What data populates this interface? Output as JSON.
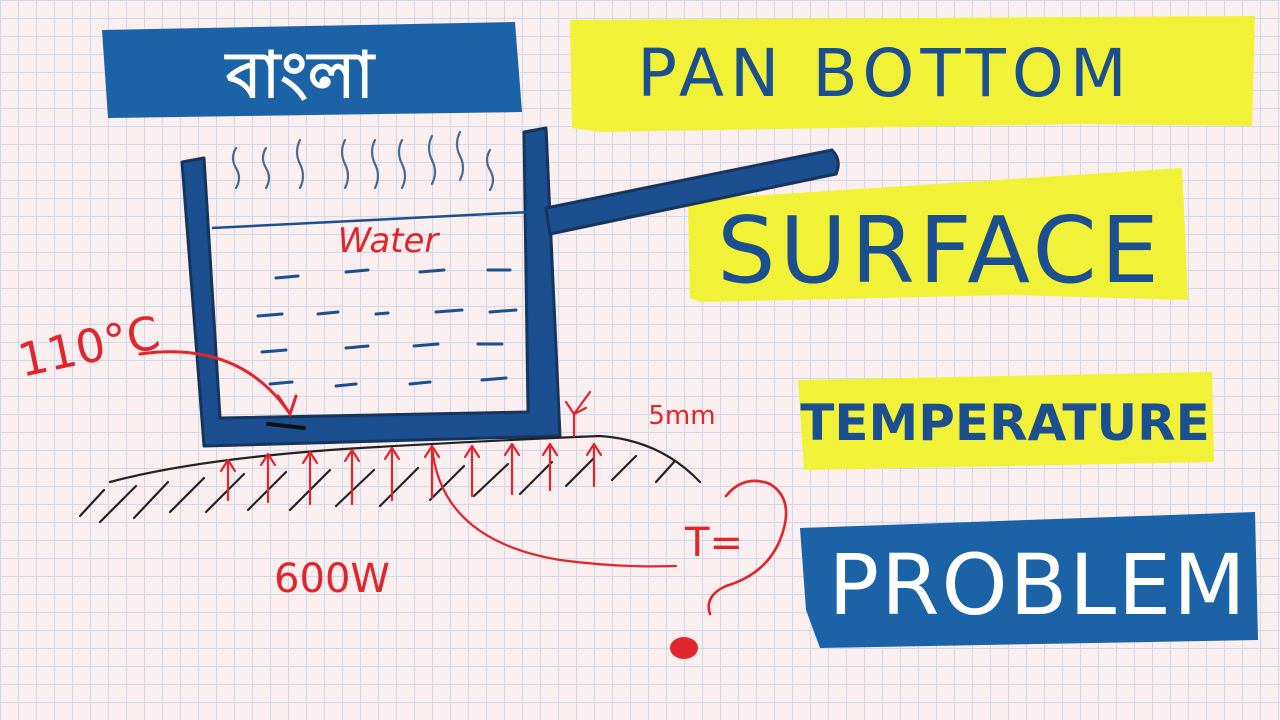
{
  "title": {
    "bengali": "বাংলা",
    "line1": "PAN BOTTOM",
    "line2": "SURFACE",
    "line3": "TEMPERATURE",
    "line4": "PROBLEM"
  },
  "diagram": {
    "medium_label": "Water",
    "inner_temp_label": "110°C",
    "thickness_label": "5mm",
    "heat_label": "600W",
    "unknown_label": "T=",
    "question_mark": "?"
  },
  "colors": {
    "highlight_blue": "#1b62a6",
    "highlight_yellow": "#f1f237",
    "ink_blue": "#1b4f8f",
    "ink_red": "#e0252c",
    "ink_black": "#222222",
    "paper": "#fbeeee",
    "grid": "#cdd9ec"
  }
}
